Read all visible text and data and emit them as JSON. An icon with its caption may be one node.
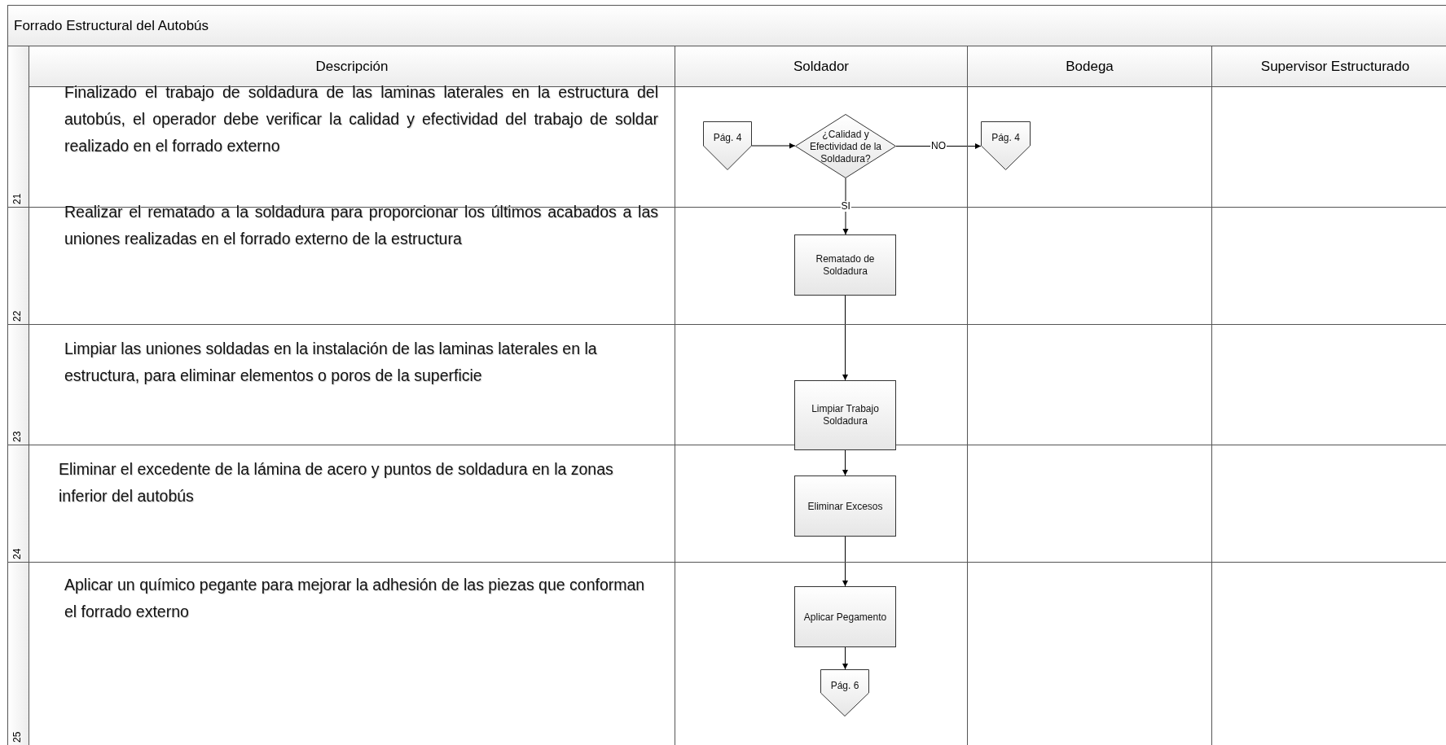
{
  "diagram": {
    "title": "Forrado Estructural del Autobús",
    "nodes": [
      {
        "text": [
          "Pág. 4"
        ]
      },
      {
        "text": [
          "¿Calidad y Efectividad de la Soldadura?"
        ]
      },
      {
        "text": [
          "Pág. 4"
        ]
      },
      {
        "text": [
          "Rematado de Soldadura"
        ]
      },
      {
        "text": [
          "Limpiar Trabajo Soldadura"
        ]
      },
      {
        "text": [
          "Eliminar Excesos"
        ]
      },
      {
        "text": [
          "Aplicar Pegamento"
        ]
      },
      {
        "text": [
          "Pág. 6"
        ]
      }
    ],
    "edges": [
      {
        "from": 0,
        "to": 1,
        "arrow": "to"
      },
      {
        "from": 1,
        "to": 2,
        "arrow": "to",
        "label": "NO"
      },
      {
        "from": 1,
        "to": 3,
        "arrow": "to",
        "label": "SI"
      },
      {
        "from": 3,
        "to": 4,
        "arrow": "to"
      },
      {
        "from": 4,
        "to": 5,
        "arrow": "to"
      },
      {
        "from": 5,
        "to": 6,
        "arrow": "to"
      },
      {
        "from": 6,
        "to": 7,
        "arrow": "to"
      }
    ],
    "labels": [
      "Descripción",
      "Soldador",
      "Bodega",
      "Supervisor Estructurado",
      "Finalizado el trabajo de soldadura de las laminas laterales en la estructura del autobús, el operador debe verificar la calidad y efectividad del trabajo de soldar realizado en el forrado externo",
      "21",
      "Realizar el rematado a la soldadura para proporcionar los últimos acabados a las uniones realizadas en el forrado externo de la estructura",
      "22",
      "Limpiar las uniones soldadas en la instalación de las laminas laterales en la estructura, para eliminar elementos o poros de la superficie",
      "23",
      "Eliminar el excedente de la lámina de acero y puntos de soldadura en la zonas inferior del autobús",
      "24",
      "Aplicar un químico pegante para mejorar la adhesión de las piezas que conforman el forrado externo",
      "25"
    ]
  }
}
